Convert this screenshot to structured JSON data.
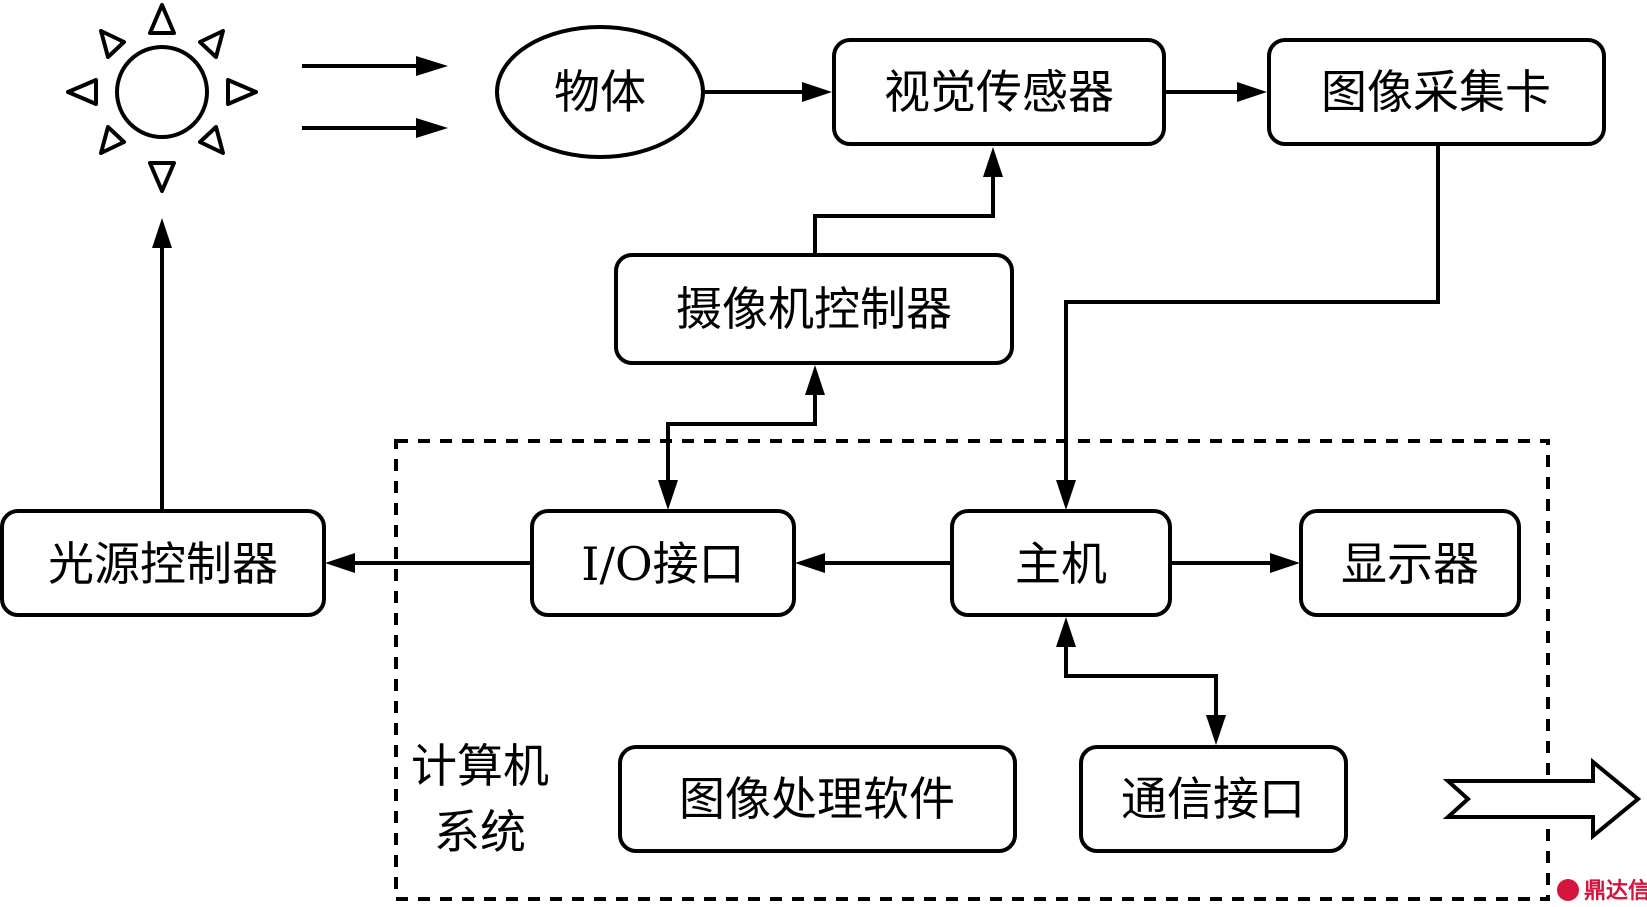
{
  "nodes": {
    "object": "物体",
    "vision_sensor": "视觉传感器",
    "frame_grabber": "图像采集卡",
    "camera_controller": "摄像机控制器",
    "light_controller": "光源控制器",
    "io_interface": "I/O接口",
    "host": "主机",
    "display": "显示器",
    "comm_interface": "通信接口",
    "image_software": "图像处理软件"
  },
  "group": {
    "line1": "计算机",
    "line2": "系统"
  },
  "watermark": "鼎达信",
  "colors": {
    "stroke": "#000000",
    "background": "#ffffff",
    "watermark": "#d4143c"
  },
  "icons": [
    "sun-icon",
    "light-rays-arrows",
    "output-arrow-icon"
  ]
}
